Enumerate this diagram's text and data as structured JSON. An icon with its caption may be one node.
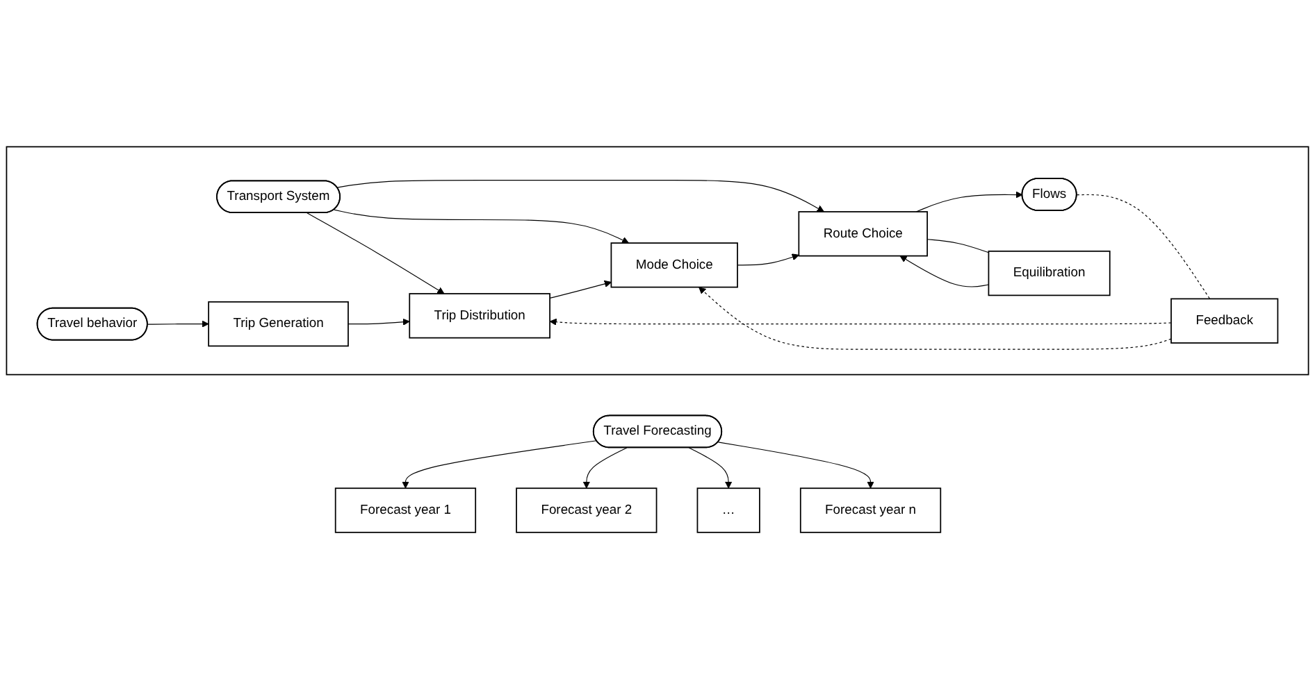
{
  "diagram": {
    "nodes": [
      {
        "text": [],
        "shape": "box"
      },
      {
        "text": [
          "Transport System"
        ],
        "in": 0
      },
      {
        "text": [
          "Trip Generation"
        ],
        "in": 0
      },
      {
        "text": [
          "Trip Distribution"
        ],
        "in": 0
      },
      {
        "text": [
          "Mode Choice"
        ],
        "in": 0
      },
      {
        "text": [
          "Route Choice"
        ],
        "in": 0
      },
      {
        "text": [
          "Flows"
        ],
        "in": 0
      },
      {
        "text": [
          "Travel behavior"
        ],
        "in": 0
      },
      {
        "text": [
          "Equilibration"
        ],
        "in": 0
      },
      {
        "text": [
          "Feedback"
        ],
        "in": 0
      },
      {
        "text": [
          "Travel Forecasting"
        ]
      },
      {
        "text": [
          "Forecast year 1"
        ]
      },
      {
        "text": [
          "Forecast year 2"
        ]
      },
      {
        "text": [
          "…"
        ]
      },
      {
        "text": [
          "Forecast year n"
        ]
      }
    ],
    "edges": [
      {
        "from": 1,
        "to": 3,
        "arrow": "to"
      },
      {
        "from": 1,
        "to": 4,
        "arrow": "to"
      },
      {
        "from": 1,
        "to": 5,
        "arrow": "to"
      },
      {
        "from": 2,
        "to": 3,
        "arrow": "to"
      },
      {
        "from": 3,
        "to": 4,
        "arrow": "to"
      },
      {
        "from": 4,
        "to": 5,
        "arrow": "to"
      },
      {
        "from": 5,
        "to": 6,
        "arrow": "to"
      },
      {
        "from": 7,
        "to": 2,
        "arrow": "to"
      },
      {
        "from": 5,
        "to": 8,
        "arrow": "none"
      },
      {
        "from": 8,
        "to": 5,
        "arrow": "to"
      },
      {
        "from": 6,
        "to": 9,
        "arrow": "none",
        "style": "dashed"
      },
      {
        "from": 9,
        "to": 3,
        "arrow": "to",
        "style": "dashed"
      },
      {
        "from": 9,
        "to": 4,
        "arrow": "to",
        "style": "dashed"
      },
      {
        "from": 10,
        "to": 11,
        "arrow": "to"
      },
      {
        "from": 10,
        "to": 12,
        "arrow": "to"
      },
      {
        "from": 10,
        "to": 13,
        "arrow": "to"
      },
      {
        "from": 10,
        "to": 14,
        "arrow": "to"
      }
    ]
  }
}
